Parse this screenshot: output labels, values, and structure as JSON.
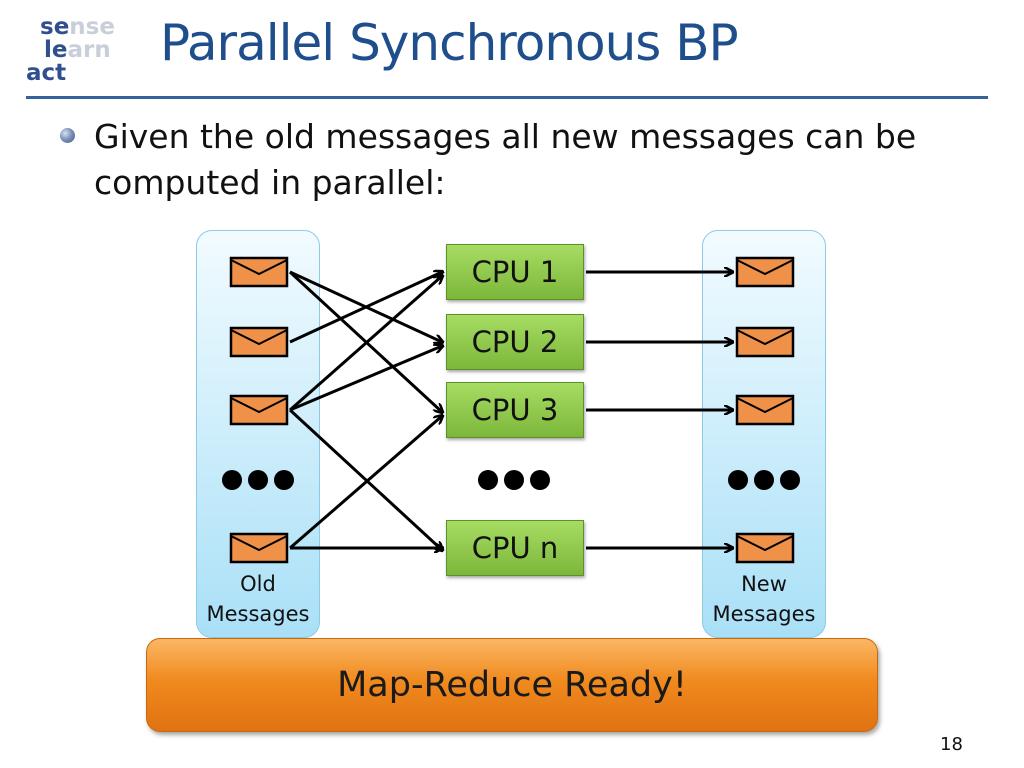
{
  "slide": {
    "title": "Parallel Synchronous BP",
    "bullet": "Given the old messages all new messages can be computed in parallel:",
    "page_number": "18"
  },
  "logo": {
    "line1_a": "se",
    "line1_b": "nse",
    "line2_a": "le",
    "line2_b": "arn",
    "line3_a": "act",
    "line3_b": ""
  },
  "diagram": {
    "old_label_1": "Old",
    "old_label_2": "Messages",
    "new_label_1": "New",
    "new_label_2": "Messages",
    "cpus": [
      "CPU 1",
      "CPU 2",
      "CPU 3",
      "CPU n"
    ],
    "banner": "Map-Reduce Ready!",
    "colors": {
      "panel": "#a9e0f7",
      "cpu": "#8bc34a",
      "envelope": "#f0914a",
      "banner": "#f08a1e",
      "title": "#1f4e8c"
    }
  }
}
